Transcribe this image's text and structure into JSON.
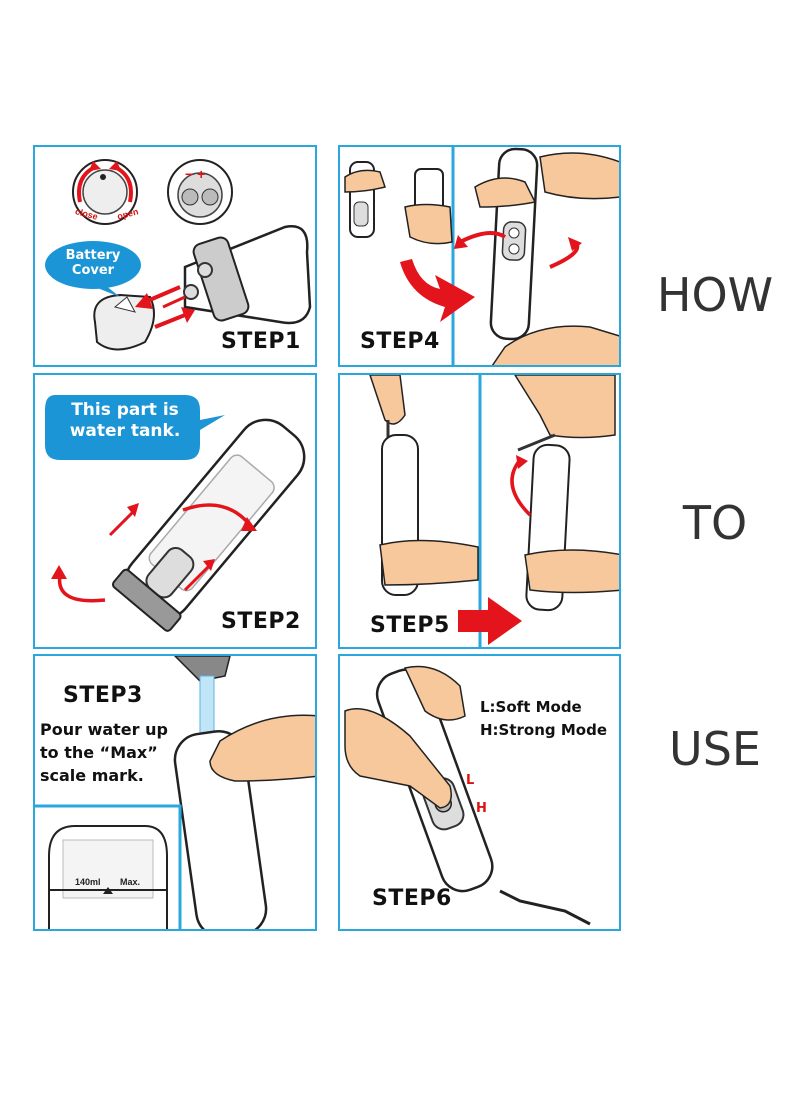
{
  "steps": {
    "step1": {
      "label": "STEP1",
      "bubble_line1": "Battery",
      "bubble_line2": "Cover",
      "close_label": "close",
      "open_label": "open"
    },
    "step2": {
      "label": "STEP2",
      "bubble_line1": "This part is",
      "bubble_line2": "water tank."
    },
    "step3": {
      "label": "STEP3",
      "line1": "Pour water up",
      "line2": "to the “Max”",
      "line3": "scale mark.",
      "scale_ml": "140ml",
      "scale_max": "Max."
    },
    "step4": {
      "label": "STEP4"
    },
    "step5": {
      "label": "STEP5"
    },
    "step6": {
      "label": "STEP6",
      "mode_l": "L:Soft Mode",
      "mode_h": "H:Strong Mode",
      "btn_l": "L",
      "btn_h": "H"
    }
  },
  "side": {
    "word1": "HOW",
    "word2": "TO",
    "word3": "USE"
  },
  "colors": {
    "frame": "#2aa7df",
    "bubble": "#1b95d6",
    "arrow": "#e3141b",
    "skin": "#f7c89b"
  }
}
